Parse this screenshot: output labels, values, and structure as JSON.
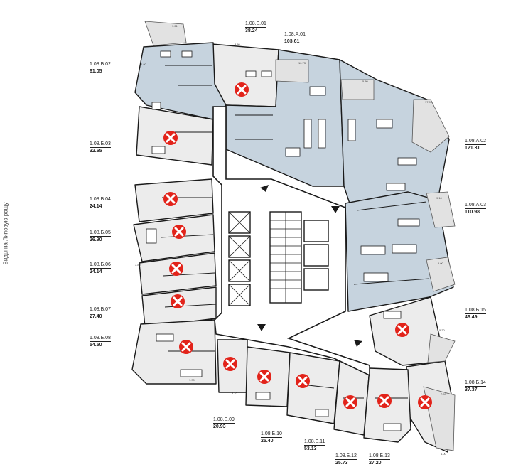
{
  "caption": "Виды на Липовую рощу",
  "units": [
    {
      "code": "1.08.Б.01",
      "area": "38.24",
      "sold": true
    },
    {
      "code": "1.08.А.01",
      "area": "103.61",
      "sold": false
    },
    {
      "code": "1.08.Б.02",
      "area": "61.05",
      "sold": false
    },
    {
      "code": "1.08.Б.03",
      "area": "32.65",
      "sold": true
    },
    {
      "code": "1.08.А.02",
      "area": "121.31",
      "sold": false
    },
    {
      "code": "1.08.Б.04",
      "area": "24.14",
      "sold": true
    },
    {
      "code": "1.08.А.03",
      "area": "110.98",
      "sold": false
    },
    {
      "code": "1.08.Б.05",
      "area": "26.90",
      "sold": true
    },
    {
      "code": "1.08.Б.06",
      "area": "24.14",
      "sold": true
    },
    {
      "code": "1.08.Б.07",
      "area": "27.40",
      "sold": true
    },
    {
      "code": "1.08.Б.15",
      "area": "46.49",
      "sold": true
    },
    {
      "code": "1.08.Б.08",
      "area": "54.50",
      "sold": true
    },
    {
      "code": "1.08.Б.14",
      "area": "37.37",
      "sold": true
    },
    {
      "code": "1.08.Б.09",
      "area": "20.93",
      "sold": true
    },
    {
      "code": "1.08.Б.10",
      "area": "25.40",
      "sold": true
    },
    {
      "code": "1.08.Б.11",
      "area": "53.13",
      "sold": true
    },
    {
      "code": "1.08.Б.12",
      "area": "25.73",
      "sold": true
    },
    {
      "code": "1.08.Б.13",
      "area": "27.20",
      "sold": true
    }
  ],
  "terrace_areas": [
    "9.21",
    "8.80",
    "10.73",
    "5.80",
    "17.90",
    "9.10",
    "5.00",
    "3.80",
    "2.80",
    "5.30",
    "1.30",
    "3.10",
    "7.90",
    "1.00"
  ],
  "colors": {
    "available": "#c6d3de",
    "sold": "#ececec",
    "wall": "#1a1a1a",
    "terrace": "#e2e2e2",
    "sold_mark": "#e2231a",
    "corridor": "#ffffff"
  },
  "icons": {
    "sold": "cross-circle-icon"
  }
}
